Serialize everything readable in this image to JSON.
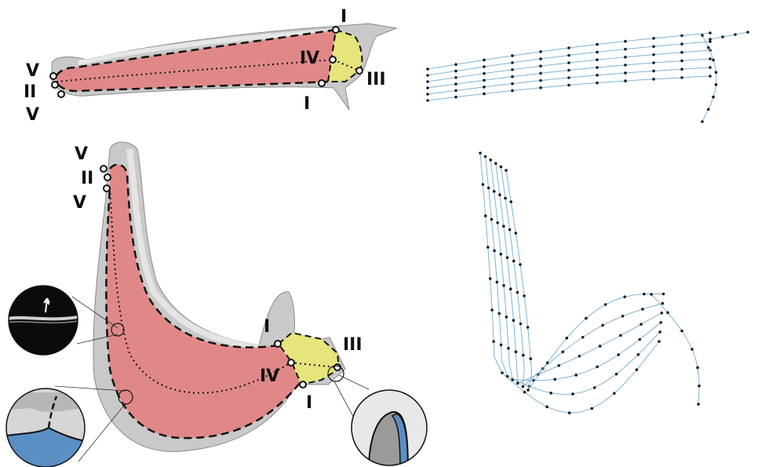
{
  "figure": {
    "top_left": {
      "labels": {
        "v_top": "V",
        "ii": "II",
        "v_bottom": "V",
        "iv": "IV",
        "i_top": "I",
        "i_bottom": "I",
        "iii": "III"
      }
    },
    "bottom_left": {
      "labels": {
        "v_top": "V",
        "ii": "II",
        "v_bottom": "V",
        "iv": "IV",
        "i_top": "I",
        "i_bottom": "I",
        "iii": "III"
      }
    }
  },
  "colors": {
    "bone": "#c9c9c9",
    "bone_shadow": "#9a9a9a",
    "red_region": "#e47c7c",
    "yellow_region": "#e6e47a",
    "blue_region": "#5b8fc4",
    "mesh_line": "#7fb3d5",
    "landmark": "#1a1a1a"
  }
}
